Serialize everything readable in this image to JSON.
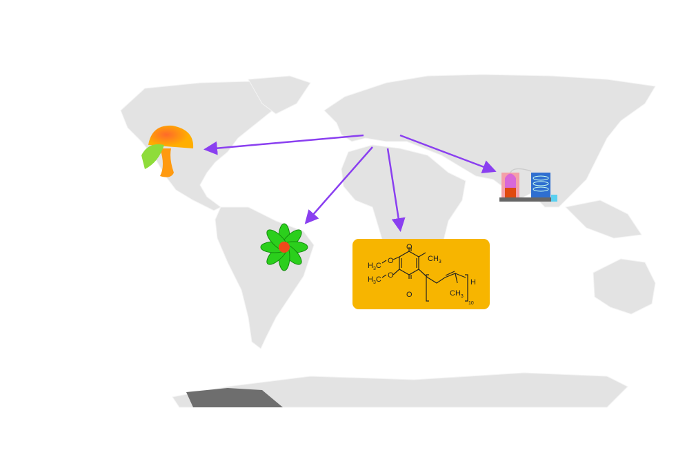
{
  "colors": {
    "land": "#e3e3e3",
    "arrow": "#8a3ff0",
    "molecule_box": "#f7b500",
    "antarctica_dark": "#6e6e6e"
  },
  "icons": [
    "mushroom-icon",
    "flower-icon",
    "bioreactor-icon"
  ],
  "molecule": {
    "name_shown": "",
    "labels": {
      "oxygen": "O",
      "h3c": "H",
      "h3c_sub": "3",
      "h3c_c": "C",
      "ch3_c": "CH",
      "ch3_sub": "3",
      "h_end": "H",
      "repeat": "10"
    }
  }
}
